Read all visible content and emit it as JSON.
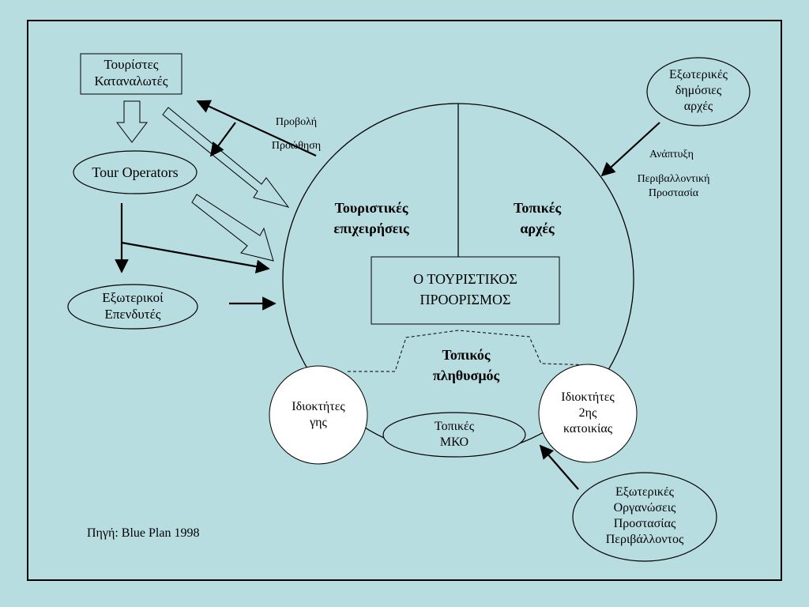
{
  "tourists": "Τουρίστες\nΚαταναλωτές",
  "tour_operators": "Tour Operators",
  "external_investors": "Εξωτερικοί\nΕπενδυτές",
  "promotion": "Προβολή",
  "push": "Προώθηση",
  "external_public_authorities": "Εξωτερικές\nδημόσιες\nαρχές",
  "development": "Ανάπτυξη",
  "environmental_protection": "Περιβαλλοντική\nΠροστασία",
  "tourism_businesses": "Τουριστικές\nεπιχειρήσεις",
  "local_authorities": "Τοπικές\nαρχές",
  "destination": "Ο ΤΟΥΡΙΣΤΙΚΟΣ\nΠΡΟΟΡΙΣΜΟΣ",
  "local_population": "Τοπικός\nπληθυσμός",
  "landowners": "Ιδιοκτήτες\nγης",
  "second_home_owners": "Ιδιοκτήτες\n2ης\nκατοικίας",
  "local_ngos": "Τοπικές\nΜΚΟ",
  "external_env_orgs": "Εξωτερικές\nΟργανώσεις\nΠροστασίας\nΠεριβάλλοντος",
  "source": "Πηγή: Blue Plan 1998",
  "colors": {
    "background": "#b8dde1",
    "white": "#ffffff",
    "line": "#000000"
  }
}
